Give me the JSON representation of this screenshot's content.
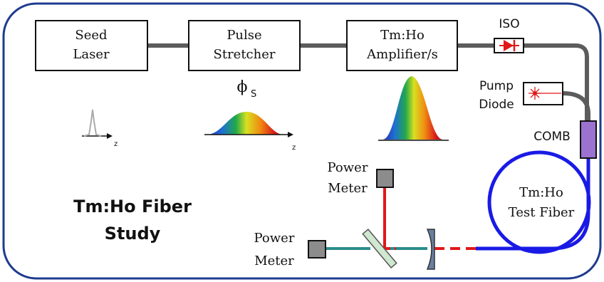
{
  "blocks": {
    "seed_laser": [
      "Seed",
      "Laser"
    ],
    "pulse_stretcher": [
      "Pulse",
      "Stretcher"
    ],
    "amplifier": [
      "Tm:Ho",
      "Amplifier/s"
    ]
  },
  "isolator_label": "ISO",
  "pump_diode_label": [
    "Pump",
    "Diode"
  ],
  "combiner_label": "COMB",
  "test_fiber_label": [
    "Tm:Ho",
    "Test Fiber"
  ],
  "power_meter_top_label": [
    "Power",
    "Meter"
  ],
  "power_meter_left_label": [
    "Power",
    "Meter"
  ],
  "phase_symbol": "ϕ",
  "phase_subscript": "S",
  "axis_label_z": "z",
  "study_title": [
    "Tm:Ho Fiber",
    "Study"
  ],
  "colors": {
    "frame": "#1f3b8f",
    "fiber_gray": "#5c5c5c",
    "test_fiber_blue": "#1a1ae6",
    "beam_red": "#e01818",
    "beam_teal": "#2b8c8c",
    "comb_purple": "#9b72cf",
    "power_meter_gray": "#8c8c8c"
  }
}
